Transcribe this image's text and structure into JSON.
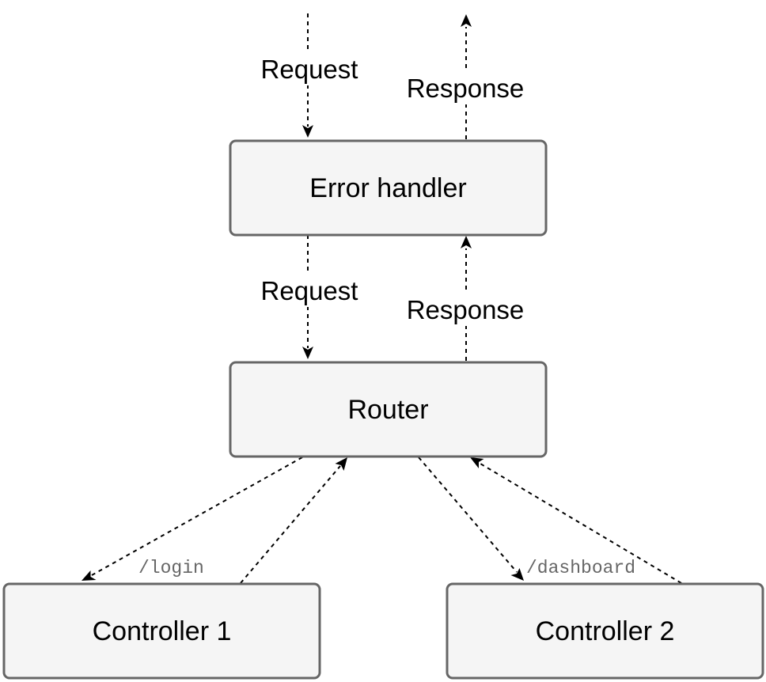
{
  "nodes": {
    "error_handler": "Error handler",
    "router": "Router",
    "controller_1": "Controller 1",
    "controller_2": "Controller 2"
  },
  "edges": {
    "request_in": "Request",
    "response_out": "Response",
    "request_to_router": "Request",
    "response_from_router": "Response",
    "route_login": "/login",
    "route_dashboard": "/dashboard"
  },
  "colors": {
    "box_fill": "#f5f5f5",
    "box_stroke": "#666666",
    "edge": "#000000",
    "route_text": "#666666"
  }
}
